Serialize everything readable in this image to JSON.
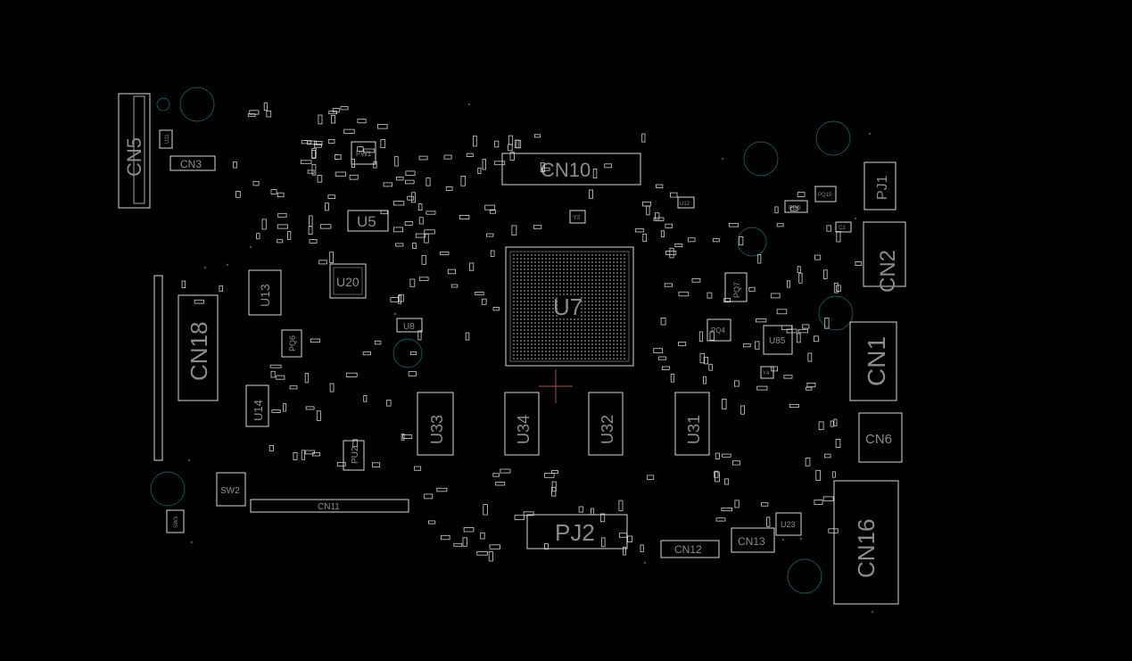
{
  "board": {
    "background": "#000000",
    "outline_color": "#d8d8d8",
    "hole_color": "#0e5a5a",
    "cursor_color": "#b04a4a"
  },
  "components": {
    "cn5": "CN5",
    "cn3": "CN3",
    "cn10": "CN10",
    "pj1": "PJ1",
    "cn2": "CN2",
    "cn1": "CN1",
    "cn6": "CN6",
    "cn16": "CN16",
    "cn13": "CN13",
    "cn12": "CN12",
    "pj2": "PJ2",
    "cn11": "CN11",
    "cn18": "CN18",
    "u7": "U7",
    "u5": "U5",
    "u13": "U13",
    "u20": "U20",
    "u14": "U14",
    "u33": "U33",
    "u34": "U34",
    "u32": "U32",
    "u31": "U31",
    "u85": "U85",
    "u8": "U8",
    "u23": "U23",
    "u11": "U11",
    "u12": "U12",
    "pu2": "PU2",
    "sw2": "SW2",
    "sw3": "SW3",
    "pq6": "PQ6",
    "pq7": "PQ7",
    "pq4": "PQ4",
    "pd5": "PD5",
    "pq15": "PQ15",
    "pw1": "PW1",
    "y2": "Y2",
    "y4": "Y4",
    "c2": "C2"
  }
}
